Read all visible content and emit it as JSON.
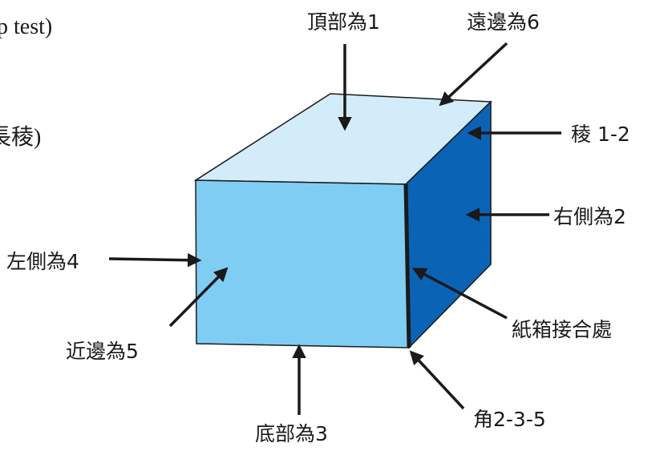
{
  "clipped_text": {
    "line1": "p test)",
    "line2": "長稜)"
  },
  "labels": {
    "top": "頂部為1",
    "far_side": "遠邊為6",
    "edge": "稜 1-2",
    "right_side": "右側為2",
    "left_side": "左側為4",
    "near_side": "近邊為5",
    "joint": "紙箱接合處",
    "corner": "角2-3-5",
    "bottom": "底部為3"
  },
  "colors": {
    "top_face": "#d3ecf9",
    "front_face": "#80cdf4",
    "right_face": "#0b63b6",
    "outline": "#1a1a1a"
  }
}
